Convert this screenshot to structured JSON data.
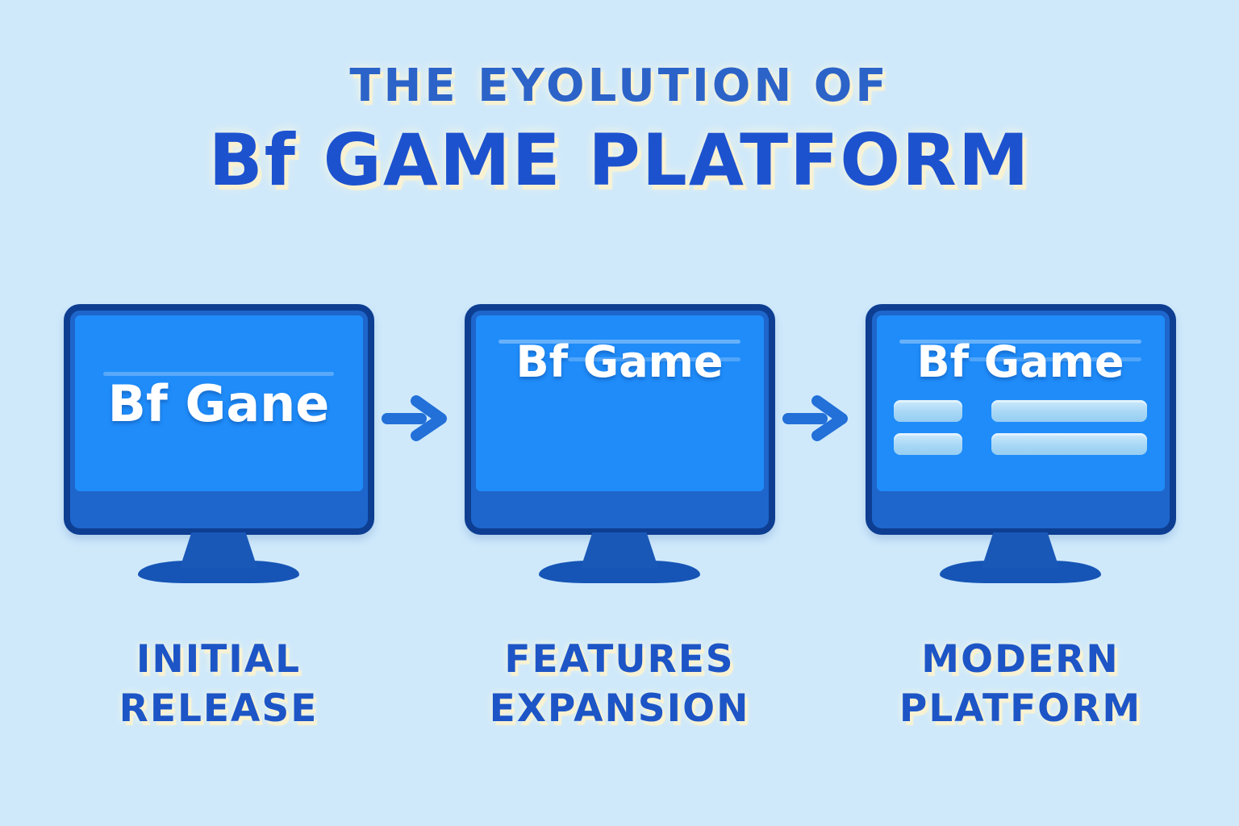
{
  "title": {
    "line1": "THE EYOLUTION OF",
    "line2": "Bf GAME PLATFORM"
  },
  "stages": [
    {
      "screen_text": "Bf Gane",
      "label_line1": "INITIAL",
      "label_line2": "RELEASE",
      "screen_content": "logo only"
    },
    {
      "screen_text": "Bf Game",
      "label_line1": "FEATURES",
      "label_line2": "EXPANSION",
      "screen_content": "logo with two horizontal content bars"
    },
    {
      "screen_text": "Bf Game",
      "label_line1": "MODERN",
      "label_line2": "PLATFORM",
      "screen_content": "logo with 2x2 grid of content bars"
    }
  ],
  "icons": {
    "arrow_between_stages": "right-arrow-icon"
  },
  "colors": {
    "background": "#cfe9fb",
    "title_blue": "#1d52cf",
    "subtitle_blue": "#2c63c8",
    "label_blue": "#1d55c6",
    "screen_blue": "#1f8cf9",
    "bezel_blue": "#1e66cb",
    "frame_navy": "#0d3e92",
    "stand_blue": "#1655b6",
    "content_bar_light_blue": "#a5d6f5",
    "arrow_blue": "#2270d8",
    "text_glow_cream": "#f9f2d2",
    "screen_text": "#ffffff"
  }
}
